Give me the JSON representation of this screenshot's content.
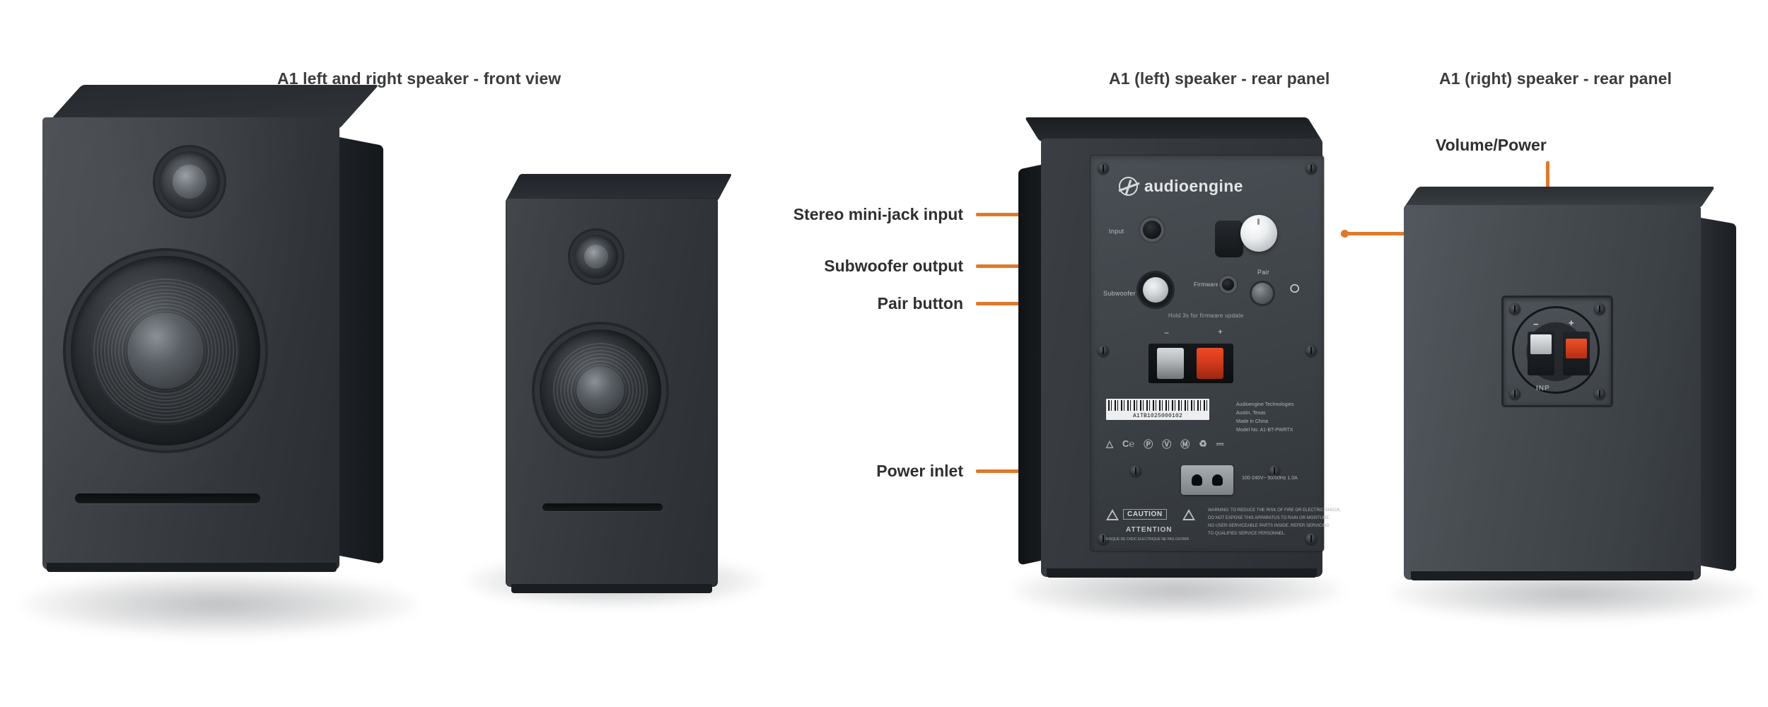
{
  "captions": [
    {
      "id": "front-view",
      "text": "A1 left and right speaker - front view"
    },
    {
      "id": "left-rear-panel",
      "text": "A1 (left) speaker - rear panel"
    },
    {
      "id": "right-rear-panel",
      "text": "A1 (right) speaker - rear panel"
    }
  ],
  "callouts": [
    {
      "id": "stereo-mini-jack-input",
      "label": "Stereo mini-jack input"
    },
    {
      "id": "subwoofer-output",
      "label": "Subwoofer output"
    },
    {
      "id": "pair-button",
      "label": "Pair button"
    },
    {
      "id": "power-inlet",
      "label": "Power inlet"
    },
    {
      "id": "volume-power",
      "label": "Volume/Power"
    }
  ],
  "rear_panel": {
    "brand": "audioengine",
    "port_labels": {
      "input": "Input",
      "subwoofer": "Subwoofer",
      "pair": "Pair",
      "bluetooth_icon": "bluetooth-icon",
      "firmware": "Firmware",
      "update_note": "Hold 3s for firmware update"
    },
    "terminal_marks": {
      "negative": "−",
      "positive": "+"
    },
    "barcode_number": "A1TB1025000102",
    "spec_text": [
      "Audioengine Technologies",
      "Austin, Texas",
      "Made in China",
      "Model No.  A1-BT-PWRTX"
    ],
    "compliance_symbols": [
      "c-tick",
      "CE",
      "rohs",
      "weee",
      "psb",
      "recycle",
      "container"
    ],
    "caution": "CAUTION",
    "attention": "ATTENTION",
    "caution_sub": "RISQUE DE CHOC ELECTRIQUE NE PAS OUVRIR",
    "warning_body": [
      "WARNING: TO REDUCE THE RISK OF FIRE OR ELECTRIC SHOCK,",
      "DO NOT EXPOSE THIS APPARATUS TO RAIN OR MOISTURE.",
      "NO USER-SERVICEABLE PARTS INSIDE. REFER SERVICING",
      "TO QUALIFIED SERVICE PERSONNEL."
    ],
    "power_rating": "100-240V~  50/60Hz  1.0A"
  },
  "rear_right_panel": {
    "terminal_label": "INP",
    "negative": "−",
    "positive": "+"
  },
  "colors": {
    "callout_line": "#e0792a",
    "caption_text": "#3c3c3c",
    "label_text": "#2f2f2f",
    "background": "#ffffff",
    "cabinet_dark": "#33373b",
    "terminal_red": "#ef4a28"
  }
}
